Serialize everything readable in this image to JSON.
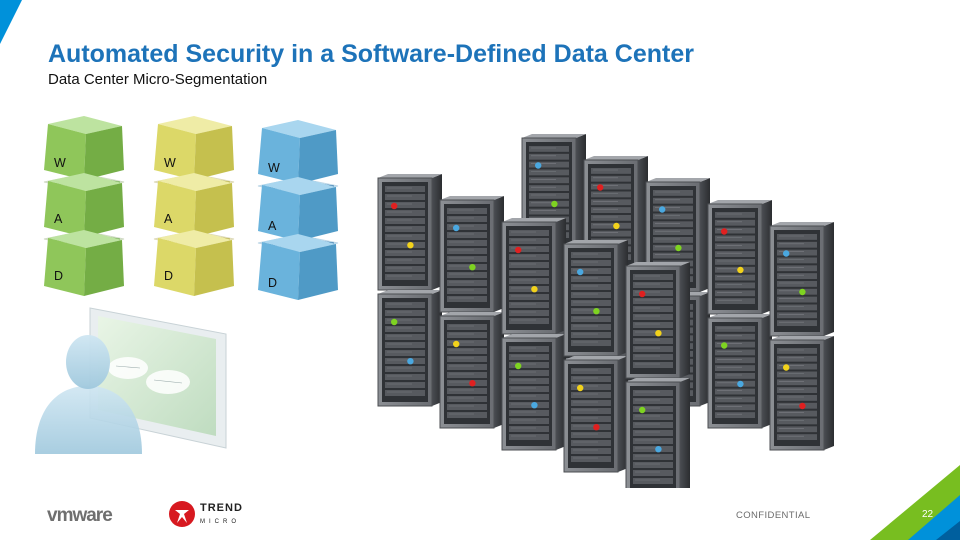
{
  "slide": {
    "title": "Automated Security in a Software-Defined Data Center",
    "subtitle": "Data Center Micro-Segmentation",
    "confidential": "CONFIDENTIAL",
    "page_number": "22"
  },
  "tier_stacks": [
    {
      "color": "green",
      "labels": [
        "W",
        "A",
        "D"
      ]
    },
    {
      "color": "yellow",
      "labels": [
        "W",
        "A",
        "D"
      ]
    },
    {
      "color": "blue",
      "labels": [
        "W",
        "A",
        "D"
      ]
    }
  ],
  "logos": {
    "vmware": "vmware",
    "trend_top": "TREND",
    "trend_bottom": "MICRO"
  },
  "colors": {
    "title_blue": "#1d73b9",
    "green_cube": "#8fc65a",
    "yellow_cube": "#dcd868",
    "blue_cube": "#6ab3dc",
    "accent_green": "#78be20",
    "accent_blue": "#0091da",
    "trend_red": "#d71920"
  },
  "icons": [
    "green-cube-icon",
    "yellow-cube-icon",
    "blue-cube-icon",
    "network-grid-icon",
    "user-silhouette-icon",
    "monitor-icon",
    "server-rack-icon",
    "vmware-logo",
    "trend-micro-logo"
  ]
}
